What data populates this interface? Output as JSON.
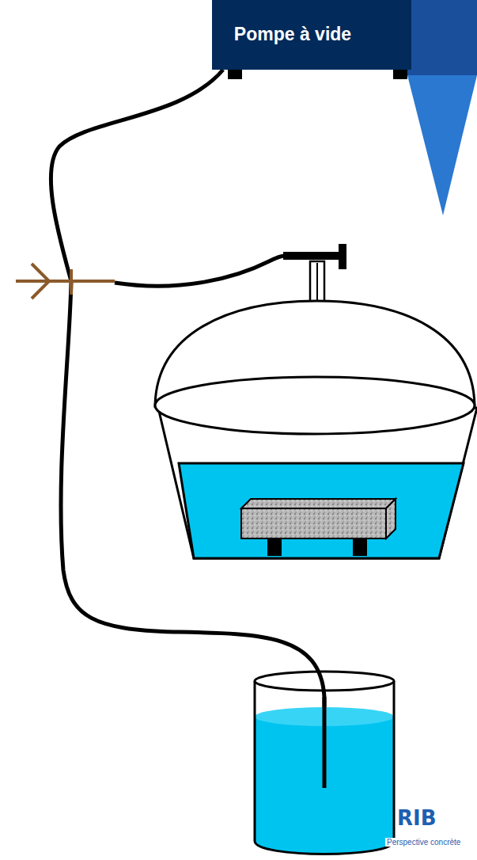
{
  "diagram": {
    "nodes": [
      {
        "text": [
          "Pompe à vide"
        ]
      }
    ],
    "labels": [
      "RIB",
      "Perspective concrète"
    ]
  }
}
